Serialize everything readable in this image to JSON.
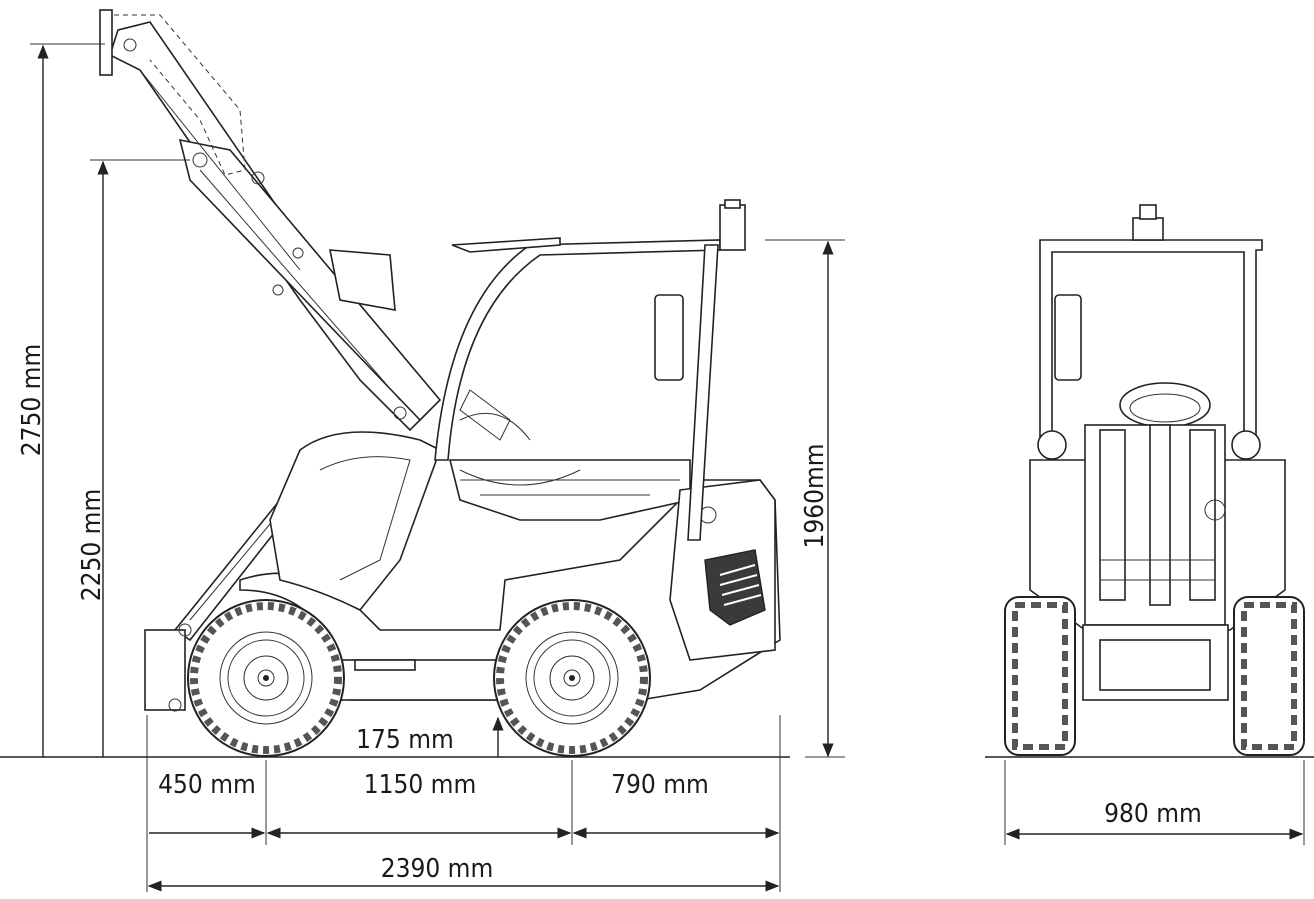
{
  "dimensions": {
    "raised_height": "2750 mm",
    "pin_height": "2250 mm",
    "cab_height": "1960mm",
    "ground_clearance": "175 mm",
    "front_overhang": "450 mm",
    "wheelbase": "1150 mm",
    "rear_overhang": "790 mm",
    "total_length": "2390 mm",
    "width": "980 mm"
  }
}
